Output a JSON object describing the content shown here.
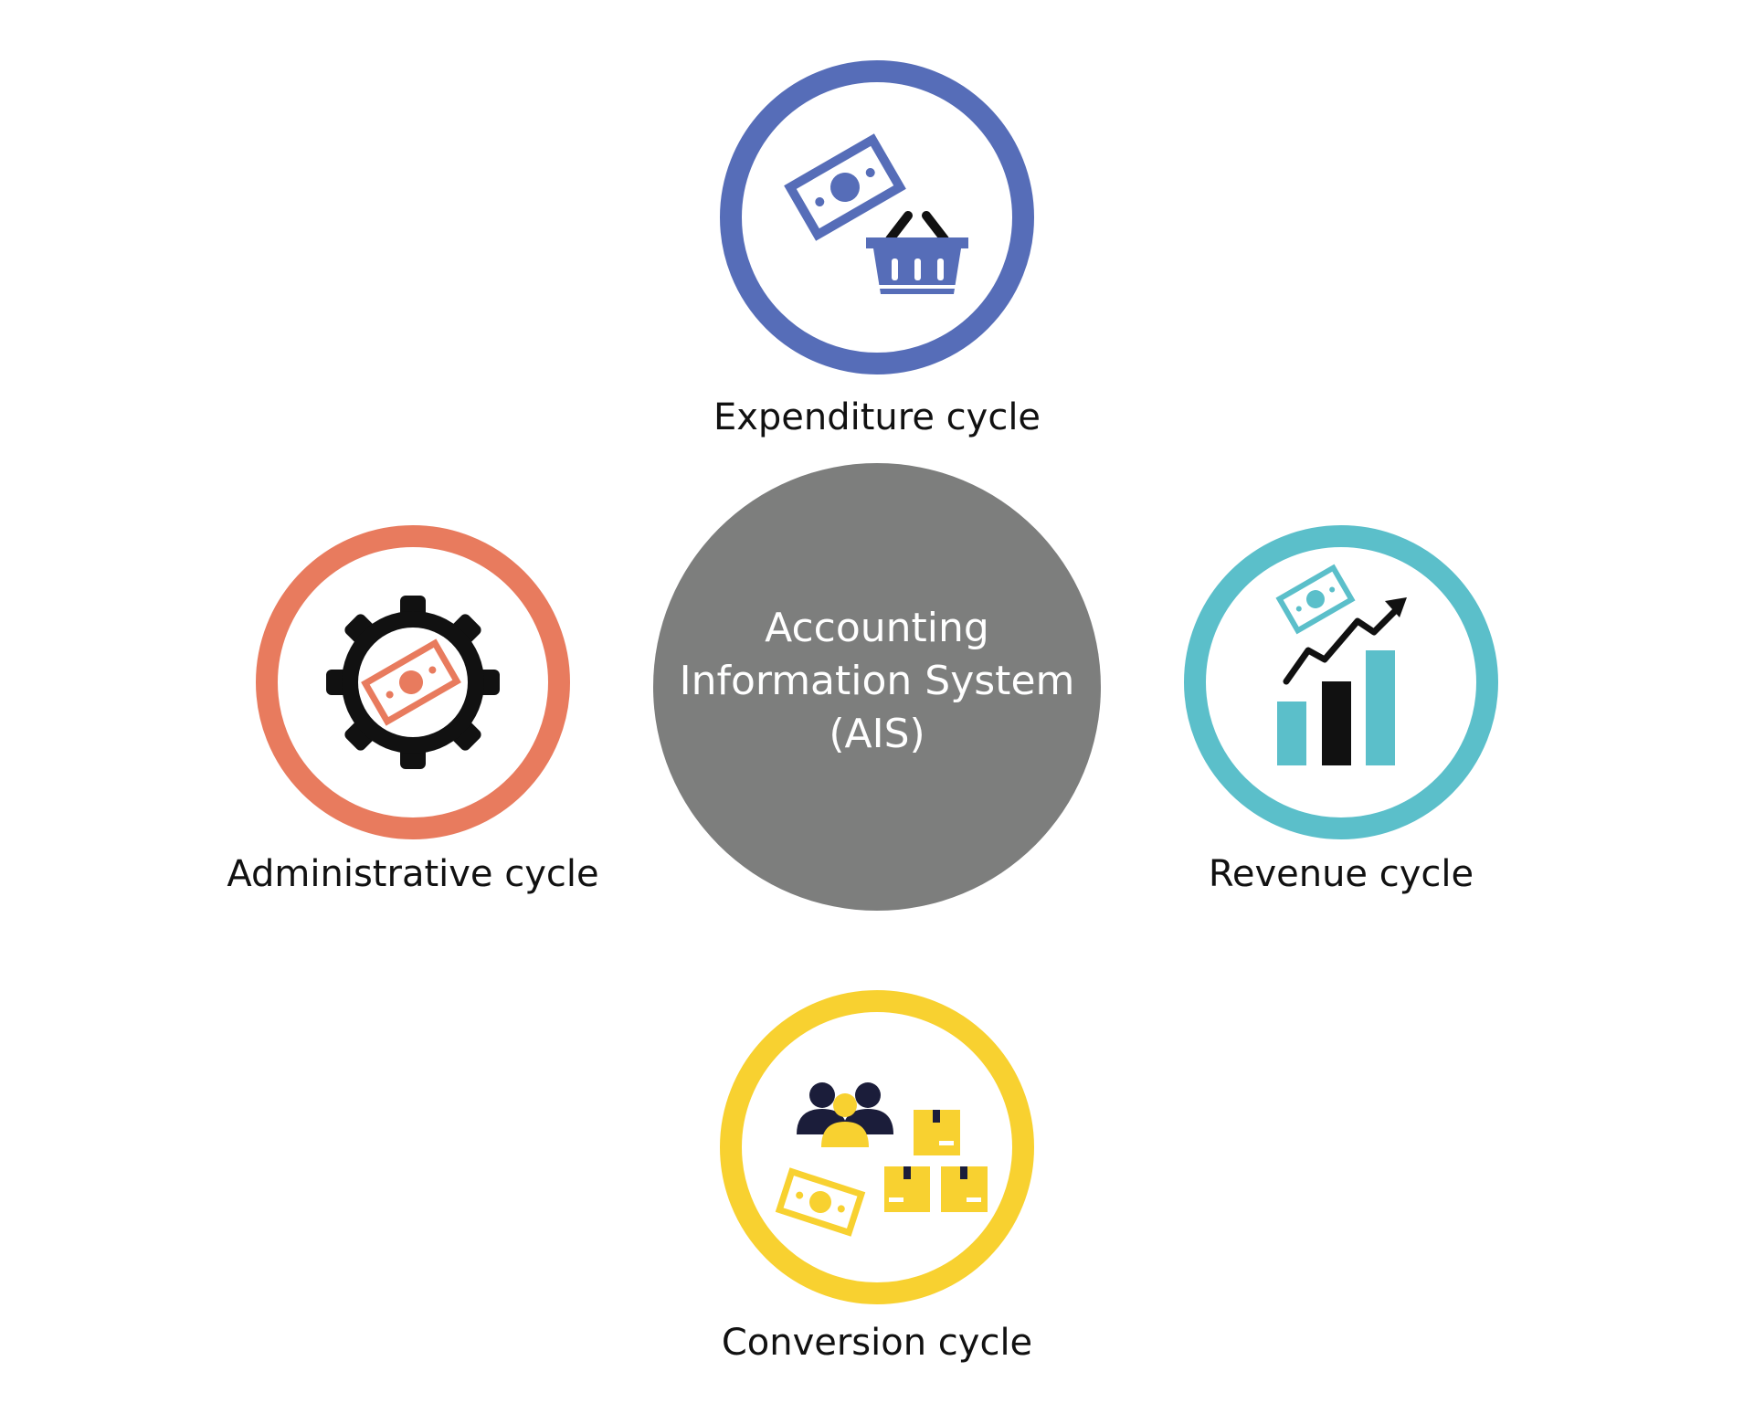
{
  "center": {
    "lines": [
      "Accounting",
      "Information System",
      "(AIS)"
    ],
    "color": "#7d7e7d"
  },
  "cycles": {
    "expenditure": {
      "label": "Expenditure cycle",
      "color": "#566db8",
      "icon": "money-and-basket-icon"
    },
    "revenue": {
      "label": "Revenue cycle",
      "color": "#5bbfca",
      "icon": "money-and-growth-chart-icon"
    },
    "conversion": {
      "label": "Conversion cycle",
      "color": "#f8d130",
      "icon": "people-money-boxes-icon"
    },
    "administrative": {
      "label": "Administrative cycle",
      "color": "#e87b5e",
      "icon": "gear-with-money-icon"
    }
  }
}
